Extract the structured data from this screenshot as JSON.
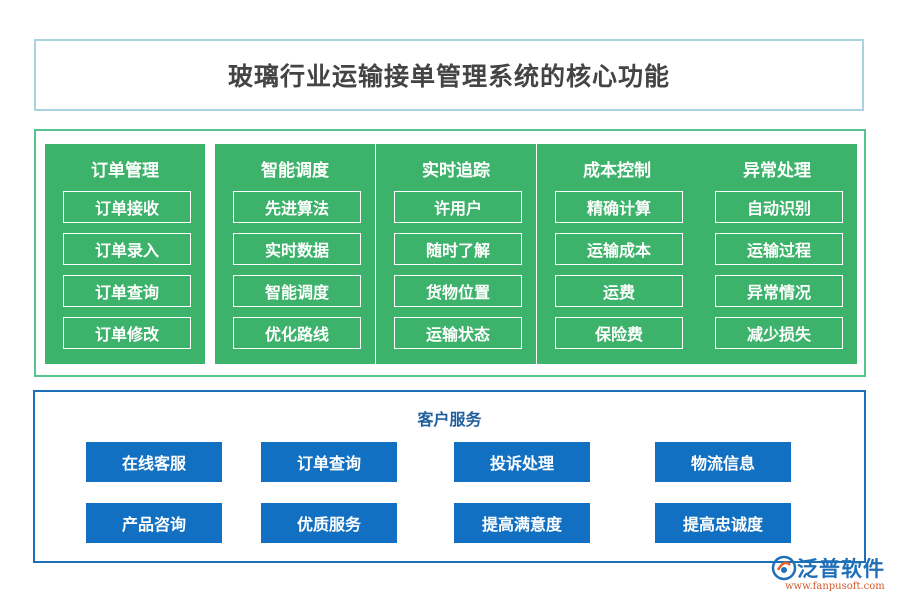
{
  "title": "玻璃行业运输接单管理系统的核心功能",
  "colors": {
    "module_green": "#3cb26a",
    "service_blue": "#1270c2",
    "title_border": "#a9d3de"
  },
  "modules": [
    {
      "title": "订单管理",
      "items": [
        "订单接收",
        "订单录入",
        "订单查询",
        "订单修改"
      ]
    },
    {
      "title": "智能调度",
      "items": [
        "先进算法",
        "实时数据",
        "智能调度",
        "优化路线"
      ]
    },
    {
      "title": "实时追踪",
      "items": [
        "许用户",
        "随时了解",
        "货物位置",
        "运输状态"
      ]
    },
    {
      "title": "成本控制",
      "items": [
        "精确计算",
        "运输成本",
        "运费",
        "保险费"
      ]
    },
    {
      "title": "异常处理",
      "items": [
        "自动识别",
        "运输过程",
        "异常情况",
        "减少损失"
      ]
    }
  ],
  "customer_service": {
    "title": "客户服务",
    "buttons": [
      "在线客服",
      "订单查询",
      "投诉处理",
      "物流信息",
      "产品咨询",
      "优质服务",
      "提高满意度",
      "提高忠诚度"
    ]
  },
  "watermark": {
    "brand": "泛普软件",
    "url": "www.fanpusoft.com",
    "logo_icon": "fanpu-logo-icon"
  }
}
